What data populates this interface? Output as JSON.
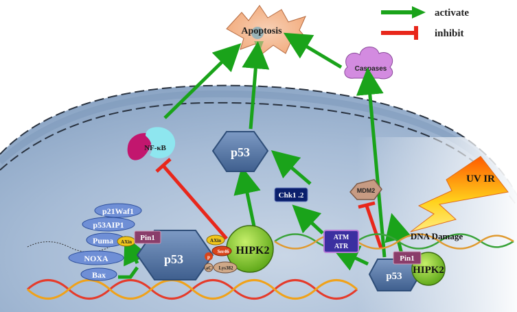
{
  "legend": {
    "activate": "activate",
    "inhibit": "inhibit"
  },
  "colors": {
    "activate": "#1aa31a",
    "inhibit": "#e8271b",
    "nucleus": "#9db4d0",
    "cytoplasm": "#d6e1ee",
    "hexagon": "#5678a8",
    "hipk2": "#8fcf24",
    "caspases": "#d38be0",
    "nfkb_left": "#c2166e",
    "nfkb_right": "#8ee6ef",
    "atm": "#3b2fa0",
    "chk": "#0a1f6c",
    "mdm2": "#c79b83",
    "pin1": "#8a3d6a",
    "oval": "#6f8fd6",
    "axin": "#f0c51a",
    "small_red": "#d9441a",
    "lys382": "#cfa888"
  },
  "labels": {
    "apoptosis": "Apoptosis",
    "caspases": "Caspases",
    "nfkb": "NF-κB",
    "p53_top": "p53",
    "chk2": "Chk1 .2",
    "mdm2": "MDM2",
    "uv_ir": "UV IR",
    "dna_damage": "DNA Damage",
    "atm": "ATM",
    "atr": "ATR",
    "p53_center": "p53",
    "hipk2_center": "HIPK2",
    "pin1_left": "Pin1",
    "p53_right": "p53",
    "hipk2_right": "HIPK2",
    "pin1_right": "Pin1",
    "p21waf1": "p21Waf1",
    "p53aip1": "p53AIP1",
    "puma": "Puma",
    "noxa": "NOXA",
    "bax": "Bax",
    "axin_left": "AXin",
    "axin_center": "AXin",
    "p": "p",
    "ser46": "Ser46",
    "ac": "aC",
    "lys382": "Lys382"
  }
}
